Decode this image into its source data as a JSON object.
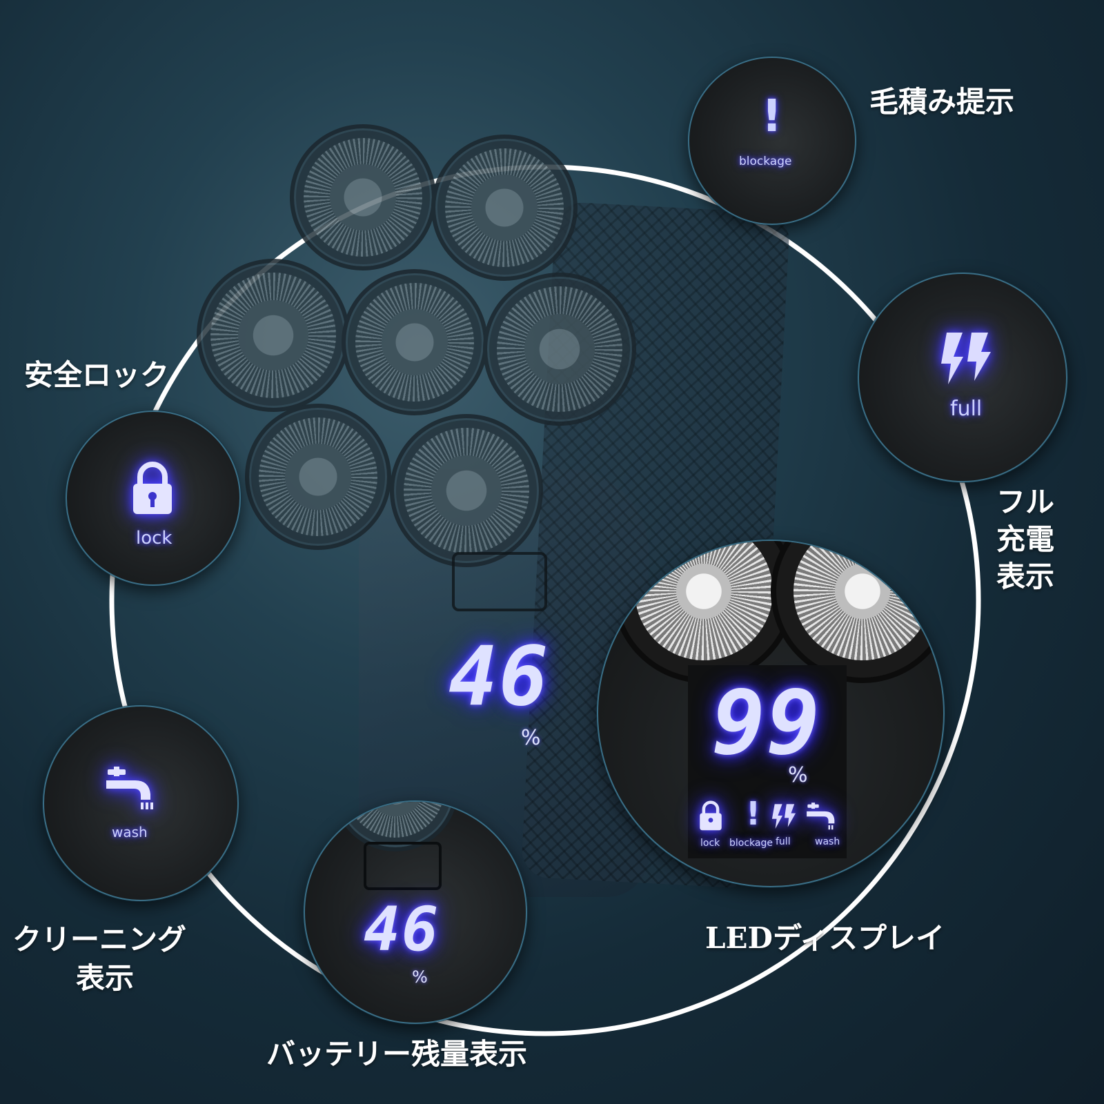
{
  "labels": {
    "blockage_indicator": "毛積み提示",
    "safety_lock": "安全ロック",
    "full_charge_line1": "フル",
    "full_charge_line2": "充電",
    "full_charge_line3": "表示",
    "cleaning_line1": "クリーニング",
    "cleaning_line2": "表示",
    "led_display": "LEDディスプレイ",
    "battery_level": "バッテリー残量表示"
  },
  "indicators": {
    "blockage": "blockage",
    "lock": "lock",
    "full": "full",
    "wash": "wash"
  },
  "device_display": {
    "value": "46",
    "unit": "%"
  },
  "battery_circle": {
    "value": "46",
    "unit": "%"
  },
  "led_circle": {
    "value": "99",
    "unit": "%",
    "icons": [
      "lock",
      "blockage",
      "full",
      "wash"
    ]
  },
  "colors": {
    "glow": "#4f46ff",
    "ring": "#ffffff",
    "background": "#152b38"
  }
}
